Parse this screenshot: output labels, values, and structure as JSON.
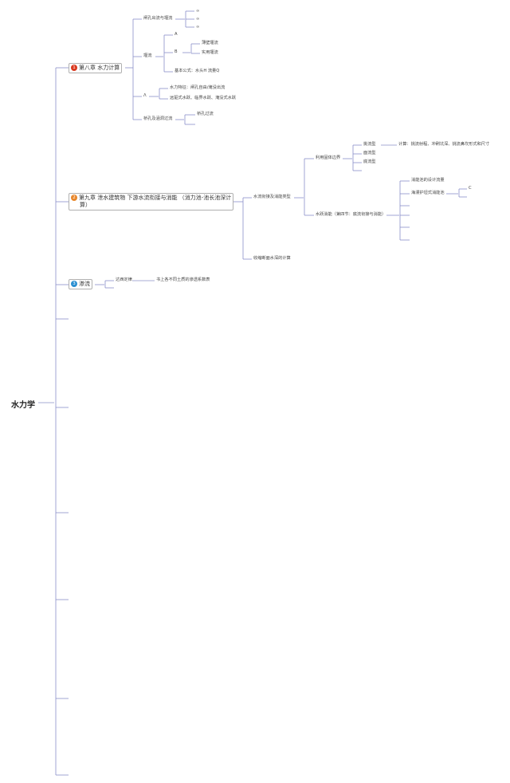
{
  "root": {
    "label": "水力学"
  },
  "chapter8": {
    "number": "1",
    "title": "第八章 水力计算",
    "color": "#d9381e",
    "nodes": {
      "gate_weir": "闸孔出流与堰流",
      "subs": [
        "∞",
        "∞",
        "∞"
      ],
      "weir": "堰流",
      "a_label": "A",
      "b_label": "B",
      "thin_weir": "薄壁堰流",
      "practical_weir": "实用堰流",
      "basic_formula": "基本公式：水头H 流量Q",
      "lambda_label": "Λ",
      "hydraulic_feature": "水力特征：闸孔自由/淹没出流",
      "jump_types": "远驱式水跃、临界水跃、淹没式水跃",
      "bridge_culvert": "桥孔及涵洞过流",
      "bridge_flow": "桥孔过流"
    }
  },
  "chapter9": {
    "number": "2",
    "title_line1": "第九章 泄水建筑物 下游水流衔接与消能 （消力池-池长池深计",
    "title_line2": "算）",
    "color": "#e8862a",
    "nodes": {
      "connection_types": "水流衔接及消能类型",
      "bucket_boundary": "利用固体边界",
      "ski_jump": "挑流型",
      "ski_calc": "计算：挑流射程、冲刷坑深、挑流鼻坎形式和尺寸",
      "surface_flow": "面流型",
      "bottom_flow": "底流型",
      "jump_energy": "水跃消能（第四节：底流衔接与消能）",
      "design_discharge": "消能池的设计流量",
      "downstream_apron": "海漫护坦式消能池",
      "c_label": "C",
      "scour_calc": "收缩断面水深的计算"
    }
  },
  "chapter_seepage": {
    "number": "3",
    "title": "渗流",
    "color": "#2a8fd1",
    "nodes": {
      "darcy": "达西定律",
      "coefficients": "书上各不同土质的渗透系数表"
    }
  }
}
